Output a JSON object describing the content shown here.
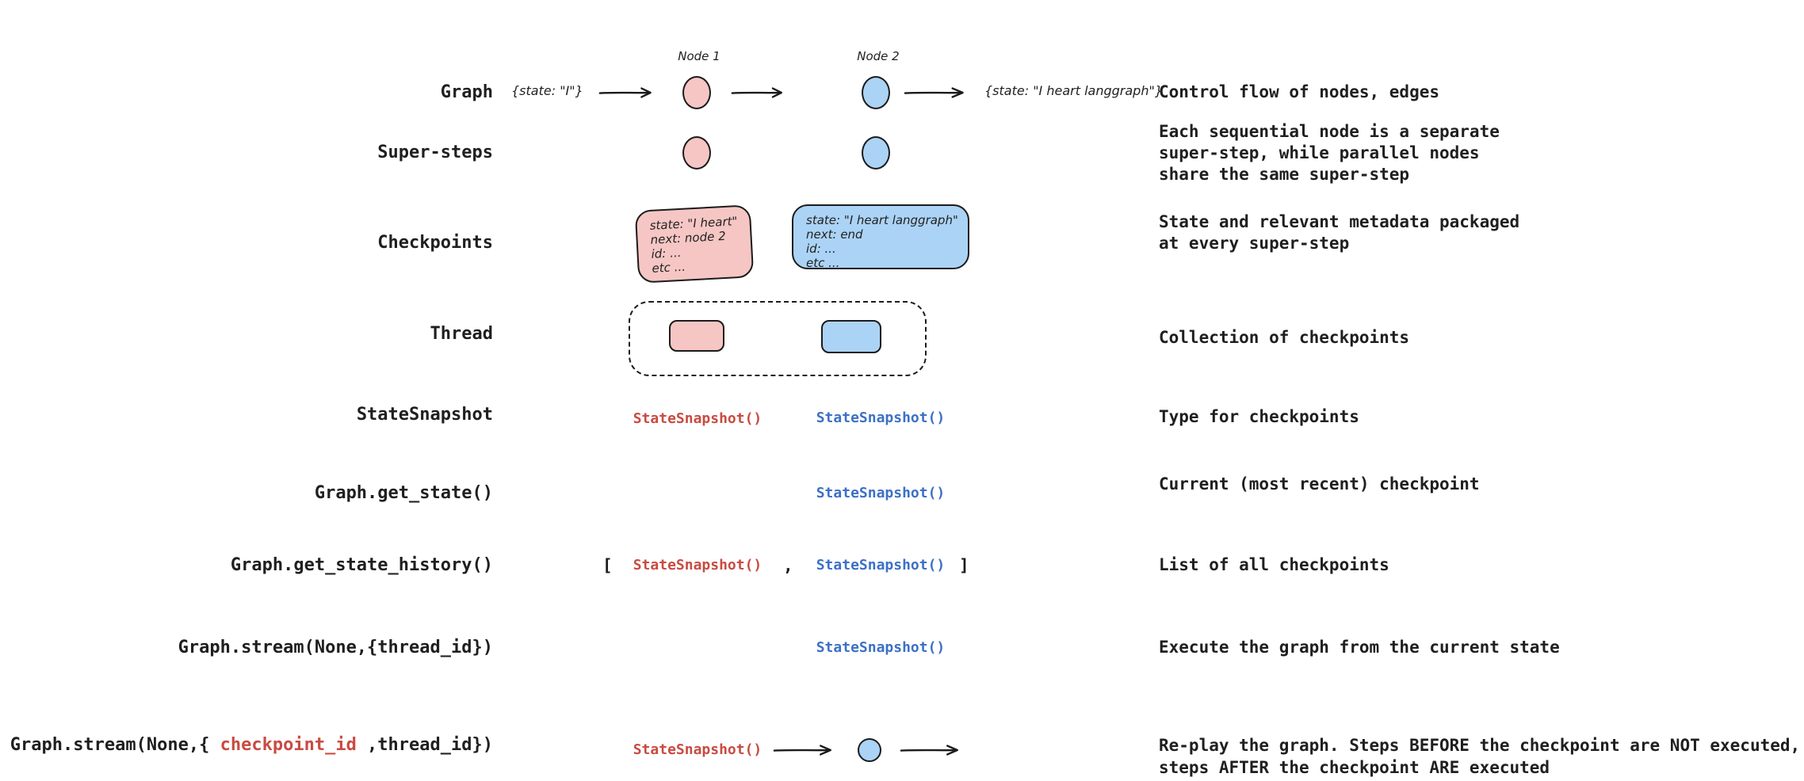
{
  "colors": {
    "pink_fill": "#f5c6c4",
    "blue_fill": "#abd3f5",
    "red_code": "#c94b41",
    "blue_code": "#3c70c6",
    "ink": "#1b1b1b"
  },
  "rows": [
    {
      "label": "Graph",
      "desc": "Control flow of nodes, edges"
    },
    {
      "label": "Super-steps",
      "desc": "Each sequential node is a separate\nsuper-step, while parallel nodes\nshare the same super-step"
    },
    {
      "label": "Checkpoints",
      "desc": "State and relevant metadata packaged\nat every super-step"
    },
    {
      "label": "Thread",
      "desc": "Collection of checkpoints"
    },
    {
      "label": "StateSnapshot",
      "desc": "Type for checkpoints"
    },
    {
      "label": "Graph.get_state()",
      "desc": "Current (most recent) checkpoint"
    },
    {
      "label": "Graph.get_state_history()",
      "desc": "List of all checkpoints"
    },
    {
      "label": "Graph.stream(None,{thread_id})",
      "desc": "Execute the graph from the current state"
    },
    {
      "label_prefix": "Graph.stream(None,{ ",
      "label_highlight": "checkpoint_id",
      "label_suffix": " ,thread_id})",
      "desc": "Re-play the graph. Steps BEFORE the checkpoint are NOT executed,\nsteps AFTER the checkpoint ARE executed"
    }
  ],
  "graph_row": {
    "node1_label": "Node 1",
    "node2_label": "Node 2",
    "input_state": "{state: \"I\"}",
    "output_state": "{state: \"I heart langgraph\"}"
  },
  "checkpoint_boxes": {
    "pink": {
      "lines": [
        "state: \"I heart\"",
        "next: node 2",
        "id: ...",
        "etc ..."
      ]
    },
    "blue": {
      "lines": [
        "state: \"I heart langgraph\"",
        "next: end",
        "id: ...",
        "etc ..."
      ]
    }
  },
  "snapshot_token": "StateSnapshot()",
  "history_row": {
    "open_bracket": "[",
    "comma": ",",
    "close_bracket": "]"
  }
}
